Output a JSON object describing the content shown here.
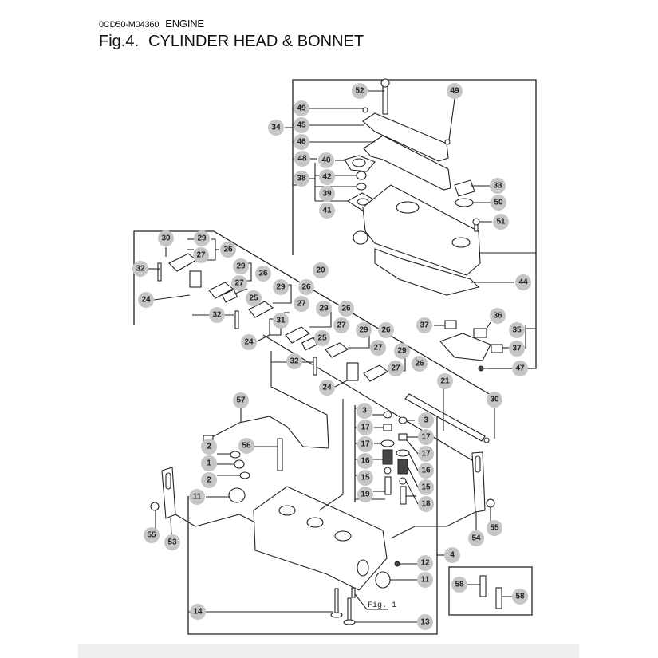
{
  "header": {
    "doc_code": "0CD50-M04360",
    "section": "ENGINE",
    "fig_number": "Fig.4.",
    "fig_title": "CYLINDER HEAD & BONNET"
  },
  "diagram": {
    "figure_reference": "Fig. 1",
    "callouts": [
      {
        "id": "c52",
        "label": "52"
      },
      {
        "id": "c49a",
        "label": "49"
      },
      {
        "id": "c49b",
        "label": "49"
      },
      {
        "id": "c45",
        "label": "45"
      },
      {
        "id": "c34",
        "label": "34"
      },
      {
        "id": "c46",
        "label": "46"
      },
      {
        "id": "c48",
        "label": "48"
      },
      {
        "id": "c40",
        "label": "40"
      },
      {
        "id": "c38",
        "label": "38"
      },
      {
        "id": "c42",
        "label": "42"
      },
      {
        "id": "c39",
        "label": "39"
      },
      {
        "id": "c41",
        "label": "41"
      },
      {
        "id": "c33",
        "label": "33"
      },
      {
        "id": "c50",
        "label": "50"
      },
      {
        "id": "c51",
        "label": "51"
      },
      {
        "id": "c44",
        "label": "44"
      },
      {
        "id": "c30a",
        "label": "30"
      },
      {
        "id": "c29a",
        "label": "29"
      },
      {
        "id": "c27a",
        "label": "27"
      },
      {
        "id": "c26a",
        "label": "26"
      },
      {
        "id": "c32a",
        "label": "32"
      },
      {
        "id": "c29b",
        "label": "29"
      },
      {
        "id": "c27b",
        "label": "27"
      },
      {
        "id": "c26b",
        "label": "26"
      },
      {
        "id": "c20",
        "label": "20"
      },
      {
        "id": "c25a",
        "label": "25"
      },
      {
        "id": "c24a",
        "label": "24"
      },
      {
        "id": "c29c",
        "label": "29"
      },
      {
        "id": "c27c",
        "label": "27"
      },
      {
        "id": "c26c",
        "label": "26"
      },
      {
        "id": "c31",
        "label": "31"
      },
      {
        "id": "c32b",
        "label": "32"
      },
      {
        "id": "c29d",
        "label": "29"
      },
      {
        "id": "c27d",
        "label": "27"
      },
      {
        "id": "c26d",
        "label": "26"
      },
      {
        "id": "c25b",
        "label": "25"
      },
      {
        "id": "c24b",
        "label": "24"
      },
      {
        "id": "c29e",
        "label": "29"
      },
      {
        "id": "c27e",
        "label": "27"
      },
      {
        "id": "c26e",
        "label": "26"
      },
      {
        "id": "c32c",
        "label": "32"
      },
      {
        "id": "c29f",
        "label": "29"
      },
      {
        "id": "c27f",
        "label": "27"
      },
      {
        "id": "c26f",
        "label": "26"
      },
      {
        "id": "c24c",
        "label": "24"
      },
      {
        "id": "c37a",
        "label": "37"
      },
      {
        "id": "c36",
        "label": "36"
      },
      {
        "id": "c35",
        "label": "35"
      },
      {
        "id": "c37b",
        "label": "37"
      },
      {
        "id": "c47",
        "label": "47"
      },
      {
        "id": "c21",
        "label": "21"
      },
      {
        "id": "c30b",
        "label": "30"
      },
      {
        "id": "c57",
        "label": "57"
      },
      {
        "id": "c56",
        "label": "56"
      },
      {
        "id": "c2a",
        "label": "2"
      },
      {
        "id": "c1",
        "label": "1"
      },
      {
        "id": "c2b",
        "label": "2"
      },
      {
        "id": "c11a",
        "label": "11"
      },
      {
        "id": "c55a",
        "label": "55"
      },
      {
        "id": "c53",
        "label": "53"
      },
      {
        "id": "c3a",
        "label": "3"
      },
      {
        "id": "c17a",
        "label": "17"
      },
      {
        "id": "c17b",
        "label": "17"
      },
      {
        "id": "c16a",
        "label": "16"
      },
      {
        "id": "c15a",
        "label": "15"
      },
      {
        "id": "c19",
        "label": "19"
      },
      {
        "id": "c3b",
        "label": "3"
      },
      {
        "id": "c17c",
        "label": "17"
      },
      {
        "id": "c17d",
        "label": "17"
      },
      {
        "id": "c16b",
        "label": "16"
      },
      {
        "id": "c15b",
        "label": "15"
      },
      {
        "id": "c18",
        "label": "18"
      },
      {
        "id": "c54",
        "label": "54"
      },
      {
        "id": "c55b",
        "label": "55"
      },
      {
        "id": "c4",
        "label": "4"
      },
      {
        "id": "c12",
        "label": "12"
      },
      {
        "id": "c11b",
        "label": "11"
      },
      {
        "id": "c58a",
        "label": "58"
      },
      {
        "id": "c58b",
        "label": "58"
      },
      {
        "id": "c14",
        "label": "14"
      },
      {
        "id": "c13",
        "label": "13"
      }
    ]
  }
}
